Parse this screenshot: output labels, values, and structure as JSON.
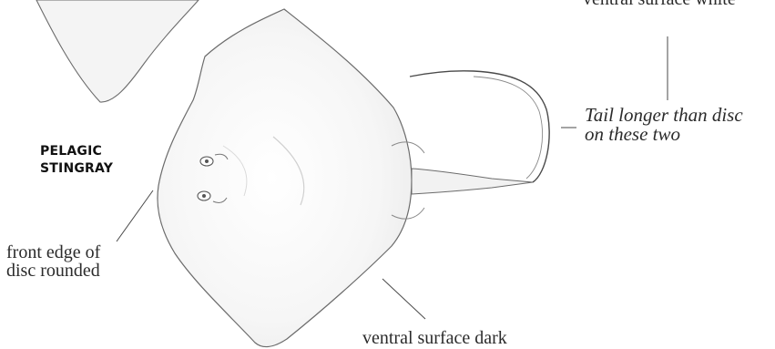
{
  "illustration": {
    "subject": "pelagic-stingray",
    "colors": {
      "ink": "#4a4a4a",
      "outline": "#6b6b6b",
      "shade": "#efefef",
      "text": "#2b2b2b"
    }
  },
  "labels": {
    "species_name": "PELAGIC\nSTINGRAY",
    "ventral_surface_white": "ventral surface white",
    "tail_note": "Tail longer than disc\non these two",
    "front_edge": "front edge of\ndisc rounded",
    "ventral_surface_dark": "ventral surface dark"
  }
}
